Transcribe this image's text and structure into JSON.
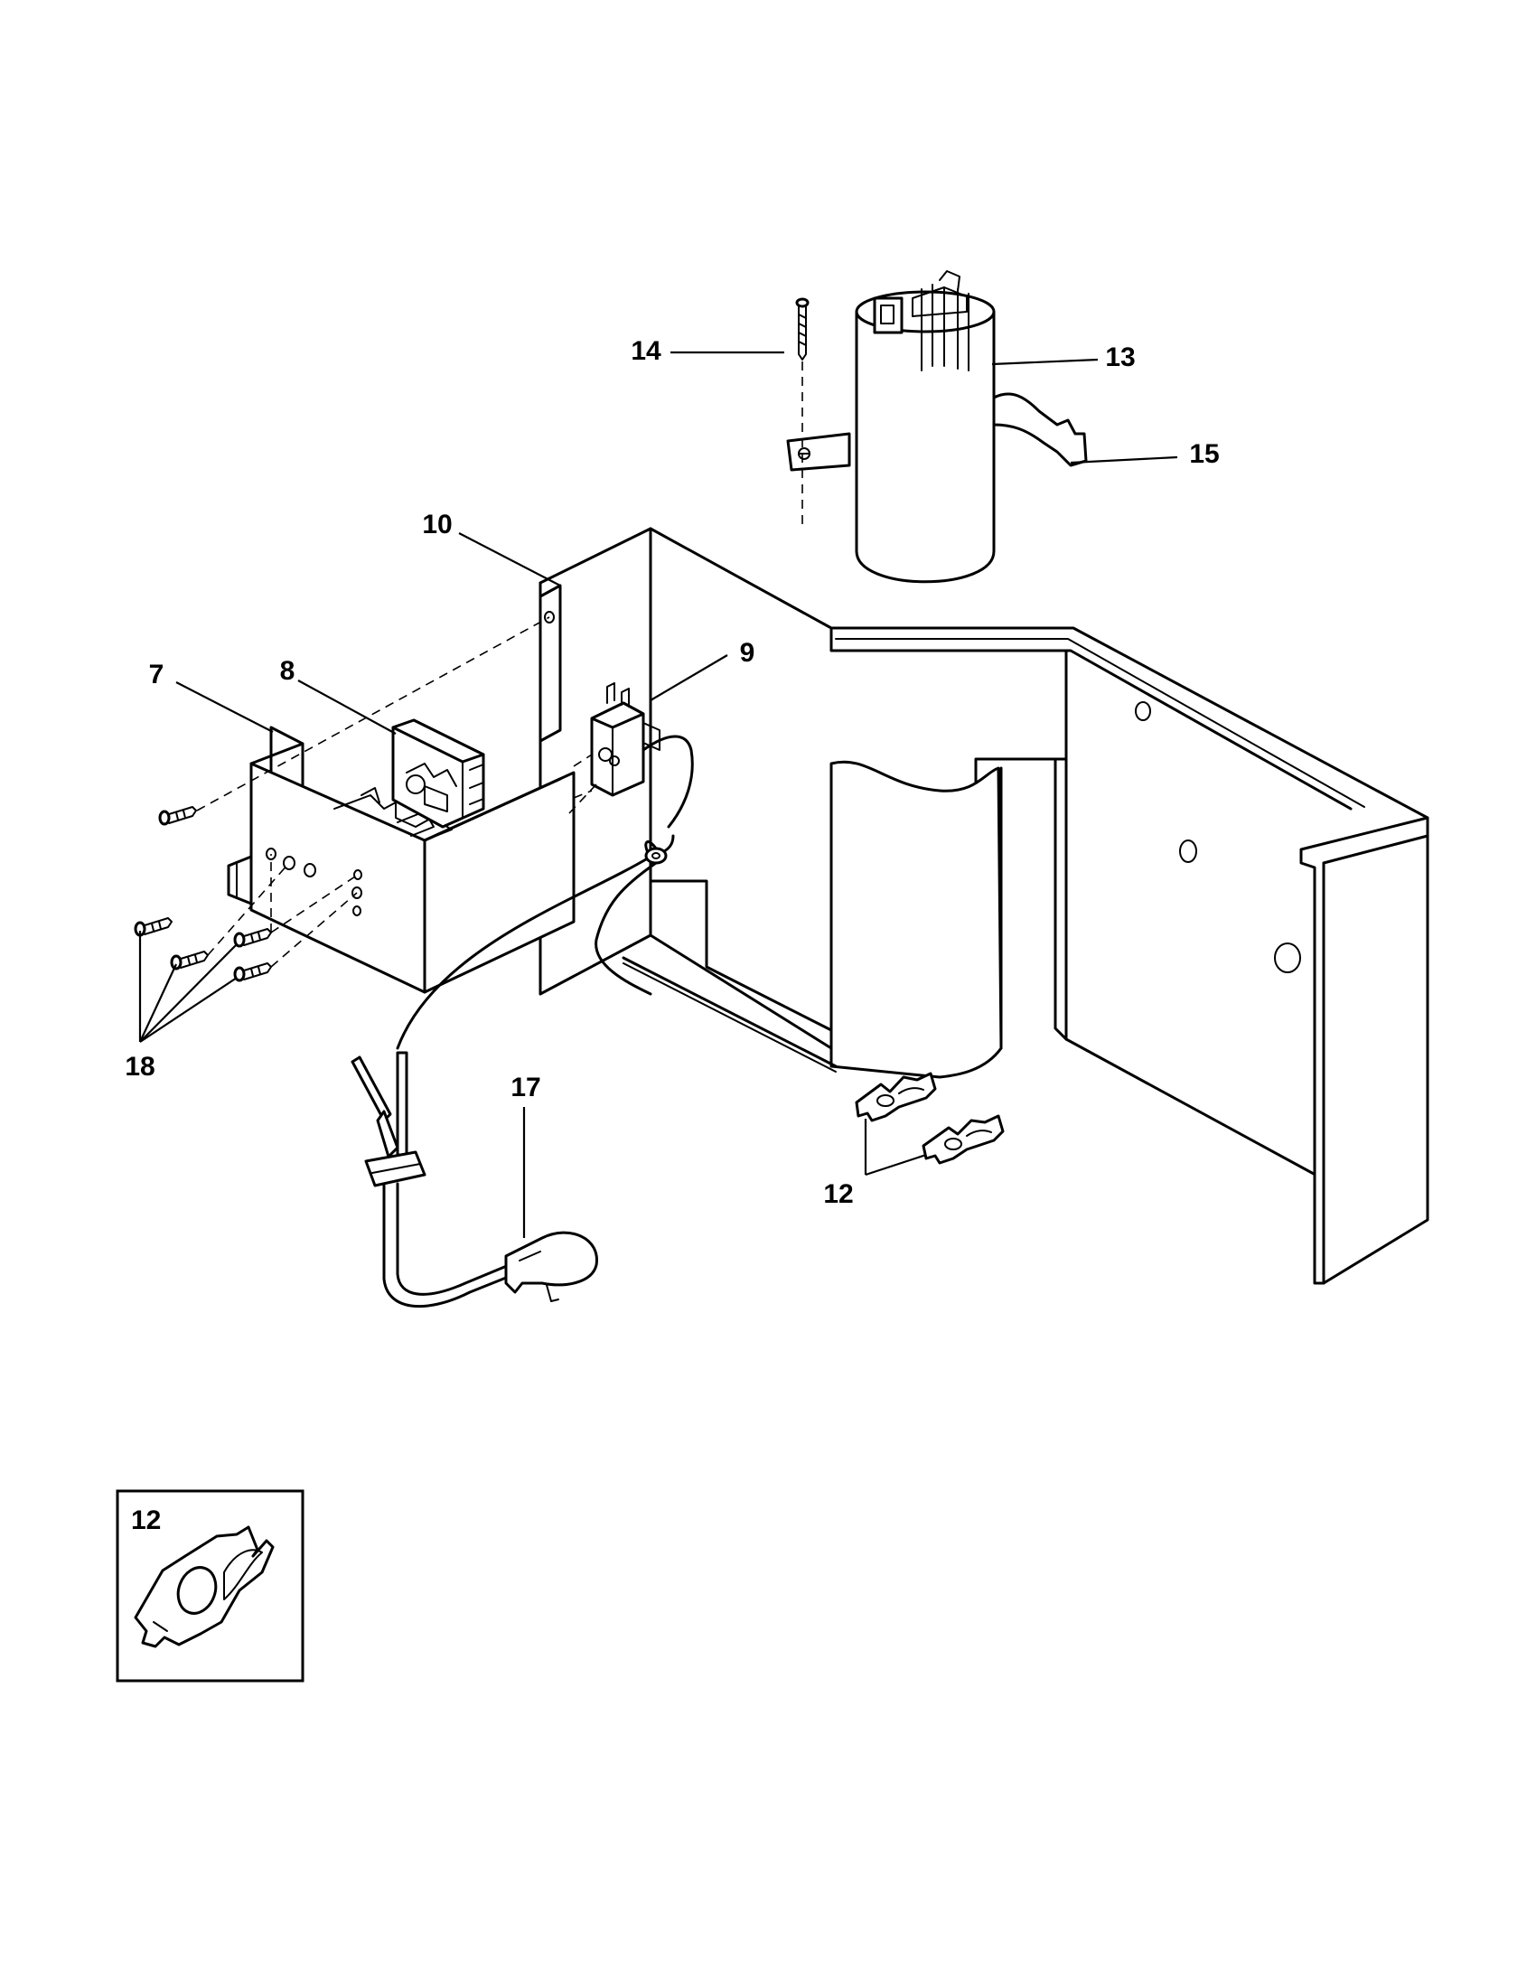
{
  "callouts": {
    "c7": "7",
    "c8": "8",
    "c9": "9",
    "c10": "10",
    "c12": "12",
    "c13": "13",
    "c14": "14",
    "c15": "15",
    "c17": "17",
    "c18": "18",
    "inset12": "12"
  }
}
